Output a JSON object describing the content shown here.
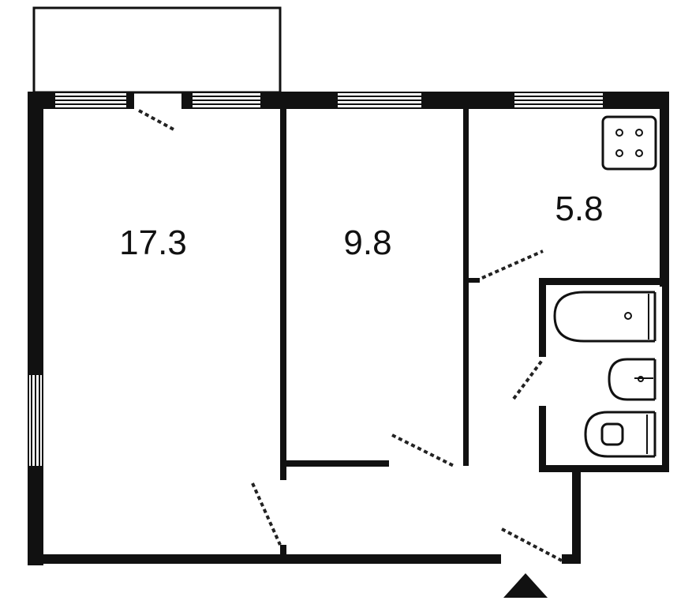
{
  "rooms": [
    {
      "id": "living-room",
      "area": "17.3"
    },
    {
      "id": "bedroom",
      "area": "9.8"
    },
    {
      "id": "kitchen",
      "area": "5.8"
    }
  ],
  "colors": {
    "wall": "#111111",
    "background": "#ffffff"
  },
  "icons": [
    "stove-icon",
    "bathtub-icon",
    "sink-icon",
    "toilet-icon",
    "entrance-arrow-icon"
  ]
}
